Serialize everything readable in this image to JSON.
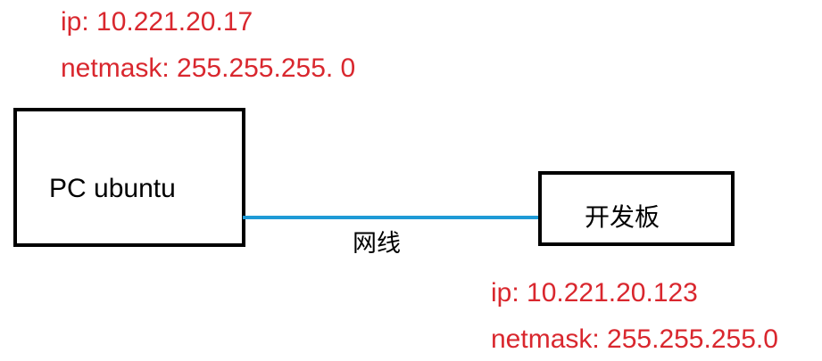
{
  "colors": {
    "annotation": "#d9272e",
    "cable": "#1e9ad6",
    "box_border": "#000000"
  },
  "pc": {
    "label": "PC  ubuntu",
    "ip": "ip: 10.221.20.17",
    "netmask": "netmask: 255.255.255. 0"
  },
  "board": {
    "label": "开发板",
    "ip": "ip: 10.221.20.123",
    "netmask": "netmask: 255.255.255.0"
  },
  "cable": {
    "label": "网线"
  }
}
